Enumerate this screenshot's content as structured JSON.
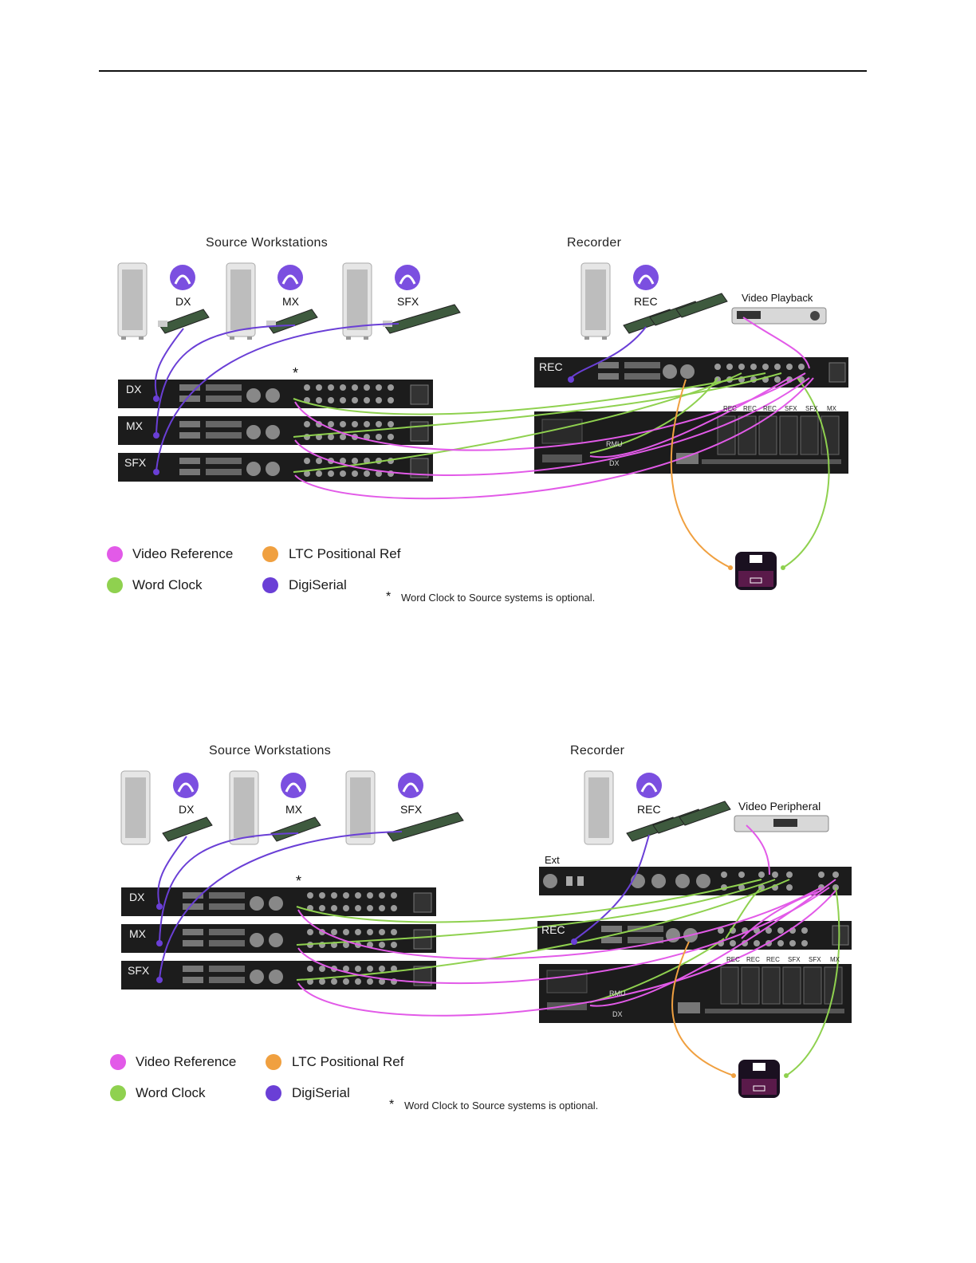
{
  "colors": {
    "video_reference": "#e25ae8",
    "word_clock": "#8fd14f",
    "ltc": "#f0a040",
    "digiserial": "#6a3fd6",
    "rack": "#1c1c1c",
    "pro_tools_logo": "#7b4fe0"
  },
  "diagram1": {
    "source_title": "Source Workstations",
    "recorder_title": "Recorder",
    "workstations": [
      "DX",
      "MX",
      "SFX"
    ],
    "rec_label": "REC",
    "video_label": "Video Playback",
    "racks": [
      "DX",
      "MX",
      "SFX"
    ],
    "rec_rack": "REC",
    "rmu_label": "RMU",
    "dx_label": "DX",
    "slot_labels": [
      "REC",
      "REC",
      "REC",
      "SFX",
      "SFX",
      "MX"
    ],
    "asterisk": "*",
    "legend": {
      "video_reference": "Video Reference",
      "ltc": "LTC Positional Ref",
      "word_clock": "Word Clock",
      "digiserial": "DigiSerial"
    },
    "note_star": "*",
    "note": "Word Clock to Source systems is optional."
  },
  "diagram2": {
    "source_title": "Source Workstations",
    "recorder_title": "Recorder",
    "workstations": [
      "DX",
      "MX",
      "SFX"
    ],
    "rec_label": "REC",
    "video_label": "Video Peripheral",
    "ext_label": "Ext",
    "racks": [
      "DX",
      "MX",
      "SFX"
    ],
    "rec_rack": "REC",
    "rmu_label": "RMU",
    "dx_label": "DX",
    "slot_labels": [
      "REC",
      "REC",
      "REC",
      "SFX",
      "SFX",
      "MX"
    ],
    "asterisk": "*",
    "legend": {
      "video_reference": "Video Reference",
      "ltc": "LTC Positional Ref",
      "word_clock": "Word Clock",
      "digiserial": "DigiSerial"
    },
    "note_star": "*",
    "note": "Word Clock to Source systems is optional."
  }
}
